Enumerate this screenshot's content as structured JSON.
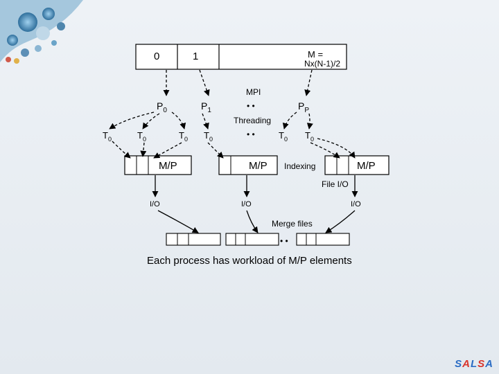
{
  "matrix": {
    "cell0": "0",
    "cell1": "1",
    "m_label": "M =",
    "m_formula": "Nx(N-1)/2"
  },
  "labels": {
    "mpi": "MPI",
    "threading": "Threading",
    "indexing": "Indexing",
    "file_io": "File I/O",
    "merge_files": "Merge files",
    "dots": "• •"
  },
  "processes": {
    "p": "P",
    "sub0": "0",
    "sub1": "1",
    "subP": "P"
  },
  "threads": {
    "t": "T",
    "sub": "0"
  },
  "blocks": {
    "mp": "M/P"
  },
  "io": "I/O",
  "caption": "Each process has workload of M/P elements",
  "brand": "SALSA"
}
